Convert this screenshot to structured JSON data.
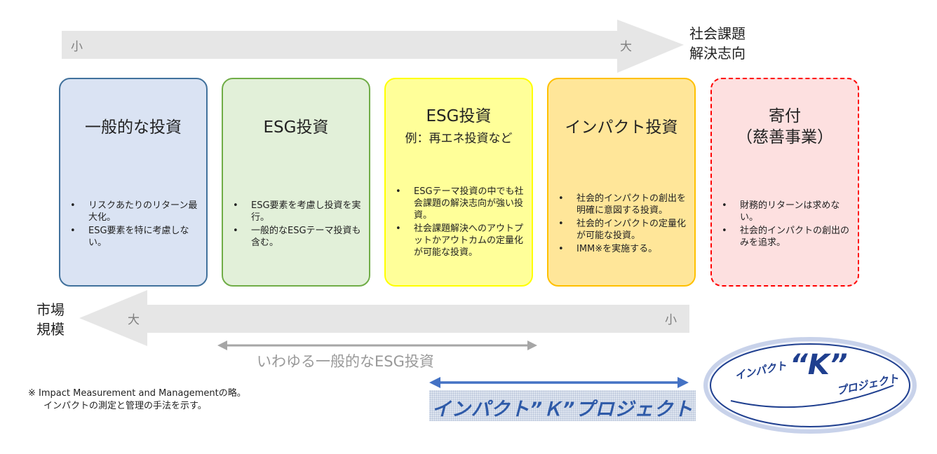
{
  "top_axis": {
    "small": "小",
    "large": "大",
    "label_line1": "社会課題",
    "label_line2": "解決志向"
  },
  "bottom_axis": {
    "large": "大",
    "small": "小",
    "label_line1": "市場",
    "label_line2": "規模"
  },
  "cards": [
    {
      "title": "一般的な投資",
      "subtitle": "",
      "bullets": [
        "リスクあたりのリターン最大化。",
        "ESG要素を特に考慮しない。"
      ]
    },
    {
      "title": "ESG投資",
      "subtitle": "",
      "bullets": [
        "ESG要素を考慮し投資を実行。",
        "一般的なESGテーマ投資も含む。"
      ]
    },
    {
      "title": "ESG投資",
      "subtitle": "例：再エネ投資など",
      "bullets": [
        "ESGテーマ投資の中でも社会課題の解決志向が強い投資。",
        "社会課題解決へのアウトプットかアウトカムの定量化が可能な投資。"
      ]
    },
    {
      "title": "インパクト投資",
      "subtitle": "",
      "bullets": [
        "社会的インパクトの創出を明確に意図する投資。",
        "社会的インパクトの定量化が可能な投資。",
        "IMM※を実施する。"
      ]
    },
    {
      "title": "寄付",
      "subtitle": "（慈善事業）",
      "bullets": [
        "財務的リターンは求めない。",
        "社会的インパクトの創出のみを追求。"
      ]
    }
  ],
  "range_general": "いわゆる一般的なESG投資",
  "range_k": "インパクト”Ｋ”プロジェクト",
  "footnote_line1": "※  Impact Measurement  and  Managementの略。",
  "footnote_line2": "インパクトの測定と管理の手法を示す。",
  "logo": {
    "part1": "インパクト",
    "part2": "“K”",
    "part3": "プロジェクト"
  },
  "colors": {
    "arrow_gray": "#e6e6e6",
    "range_gray": "#a6a6a6",
    "range_blue": "#4472c4",
    "k_text": "#2e5aa8"
  }
}
